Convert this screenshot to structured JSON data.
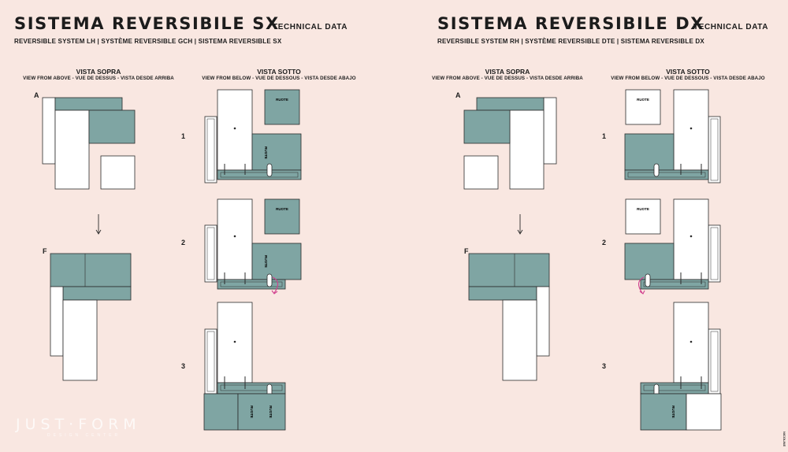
{
  "colors": {
    "background": "#f9e7e1",
    "teal": "#7fa5a3",
    "module_white": "#ffffff",
    "outline": "#2b2b2b",
    "arrow_pink": "#d1408e"
  },
  "left": {
    "title": "SISTEMA REVERSIBILE SX",
    "technical": "TECHNICAL DATA",
    "subtitle": "REVERSIBLE SYSTEM LH | SYSTÈME REVERSIBLE GCH | SISTEMA REVERSIBLE SX",
    "view_above_title": "VISTA SOPRA",
    "view_above_sub": "VIEW FROM ABOVE - VUE DE DESSUS - VISTA DESDE ARRIBA",
    "view_below_title": "VISTA SOTTO",
    "view_below_sub": "VIEW FROM BELOW - VUE DE DESSOUS - VISTA DESDE ABAJO",
    "label_a": "A",
    "label_f": "F",
    "step_1": "1",
    "step_2": "2",
    "step_3": "3",
    "wheel_label": "RUOTE"
  },
  "right": {
    "title": "SISTEMA REVERSIBILE DX",
    "technical": "TECHNICAL DATA",
    "subtitle": "REVERSIBLE SYSTEM RH | SYSTÈME REVERSIBLE DTE |  SISTEMA REVERSIBLE DX",
    "view_above_title": "VISTA SOPRA",
    "view_above_sub": "VIEW FROM ABOVE - VUE DE DESSUS - VISTA DESDE ARRIBA",
    "view_below_title": "VISTA SOTTO",
    "view_below_sub": "VIEW FROM BELOW - VUE DE DESSOUS - VISTA DESDE ABAJO",
    "label_a": "A",
    "label_f": "F",
    "step_1": "1",
    "step_2": "2",
    "step_3": "3",
    "wheel_label": "RUOTE"
  },
  "brand": {
    "name": "JUST·FORM",
    "tagline": "DESIGN CENTER",
    "corner": "NICOLINE"
  }
}
